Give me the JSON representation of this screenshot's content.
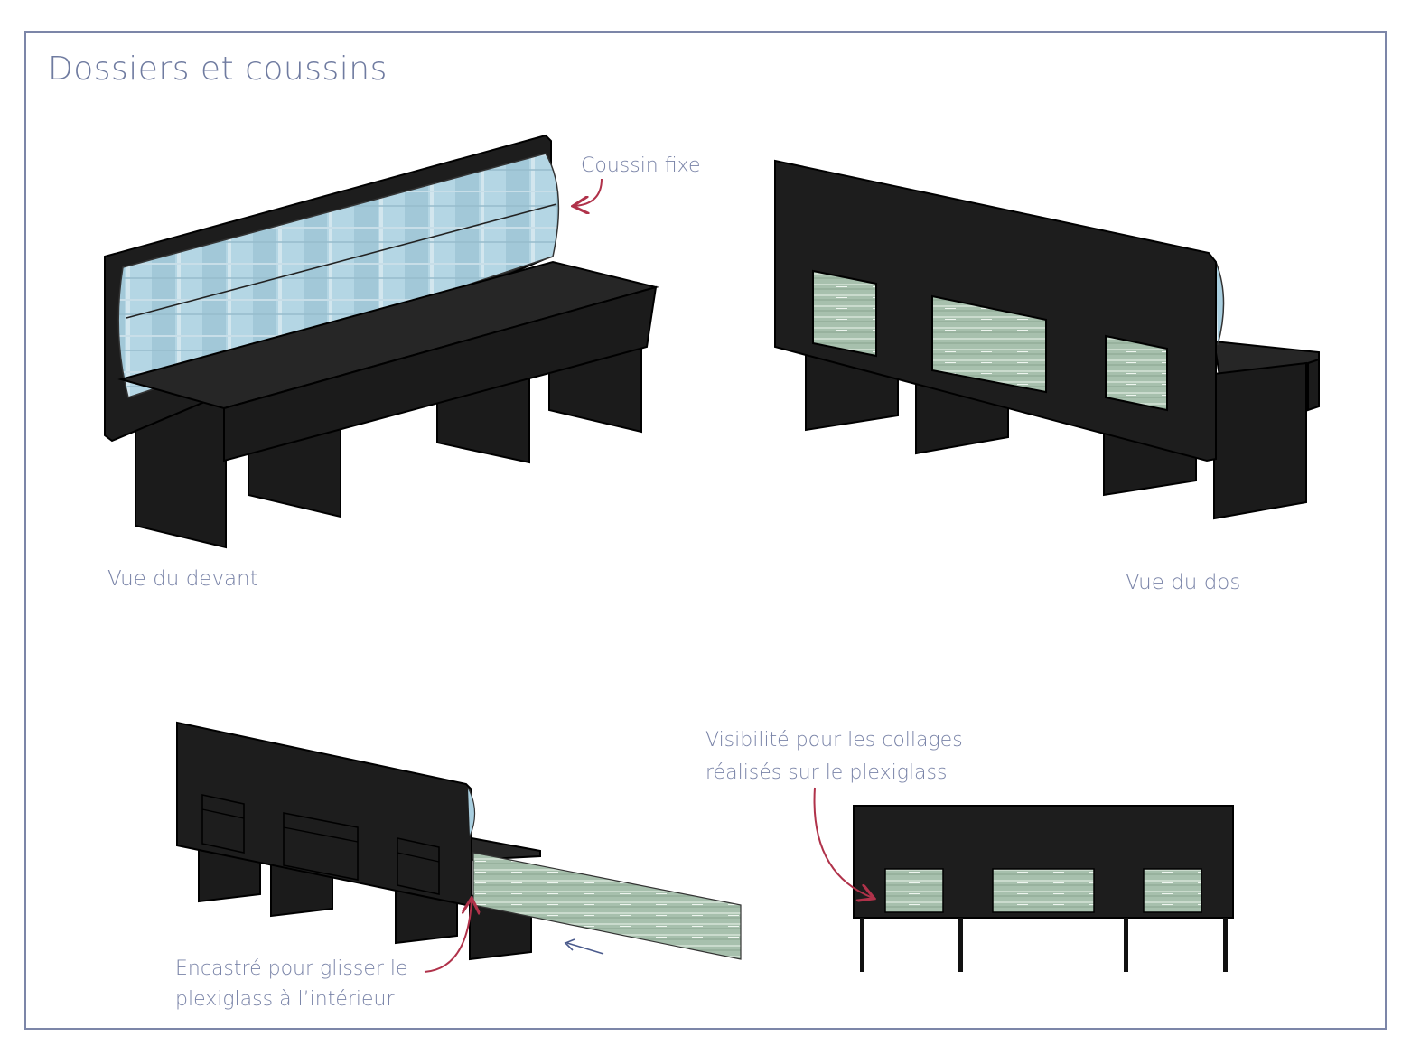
{
  "title": "Dossiers et coussins",
  "annotations": {
    "coussin_fixe": "Coussin fixe",
    "vue_devant": "Vue du devant",
    "vue_dos": "Vue du dos",
    "visibilite_line1": "Visibilité pour les collages",
    "visibilite_line2": "réalisés sur le plexiglass",
    "encastre_line1": "Encastré pour glisser le",
    "encastre_line2": "plexiglass à l’intérieur"
  },
  "colors": {
    "frame": "#7c86a8",
    "label_text": "#7a84a8",
    "arrow_red": "#b0324a",
    "arrow_blue": "#4a5a8c",
    "bench_black": "#1d1d1d",
    "plexiglass_green": "#a9c2ae",
    "cushion_blue": "#a9cfe0"
  }
}
